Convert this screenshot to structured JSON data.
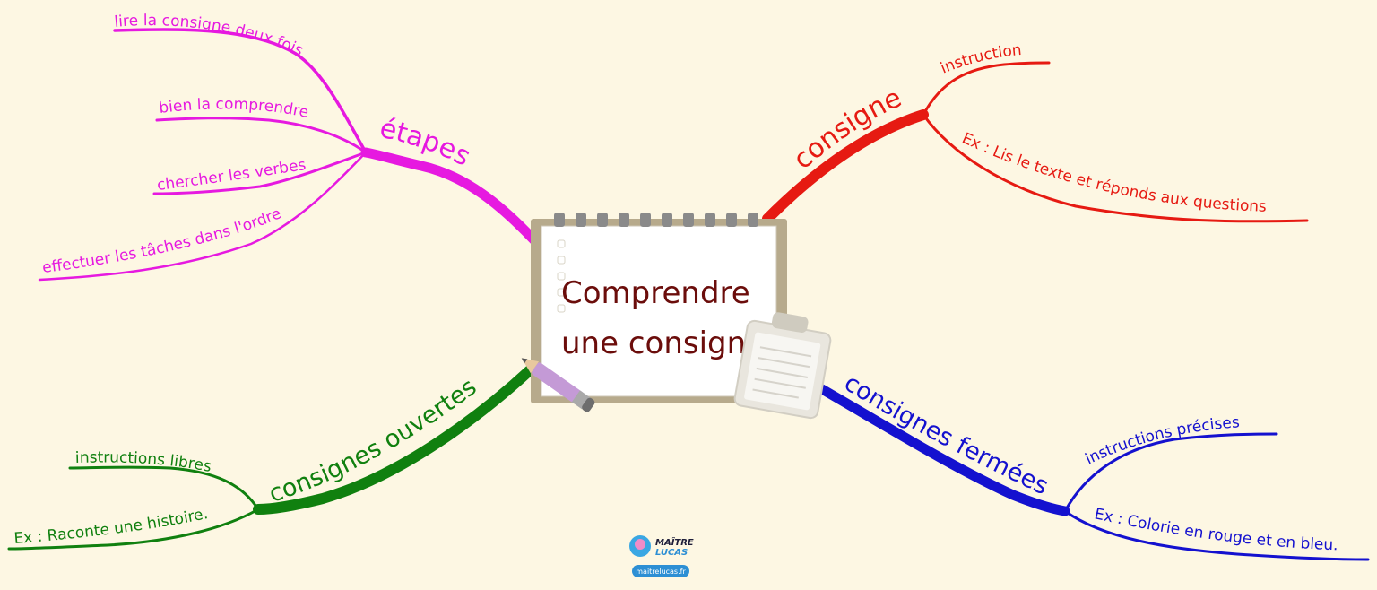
{
  "colors": {
    "background": "#fdf7e3",
    "etapes": "#e619e0",
    "consigne": "#e61a12",
    "fermees": "#1411cf",
    "ouvertes": "#10800f",
    "title": "#6b0d0b"
  },
  "center": {
    "title_line1": "Comprendre",
    "title_line2": "une consigne",
    "pencil_icon": "pencil-icon",
    "clipboard_icon": "clipboard-icon"
  },
  "branches": {
    "etapes": {
      "label": "étapes",
      "items": [
        "lire la consigne deux fois",
        "bien la comprendre",
        "chercher les verbes",
        "effectuer les tâches dans l'ordre"
      ]
    },
    "consigne": {
      "label": "consigne",
      "items": [
        "instruction",
        "Ex : Lis le texte et réponds aux questions"
      ]
    },
    "fermees": {
      "label": "consignes fermées",
      "items": [
        "instructions précises",
        "Ex : Colorie en rouge et en bleu."
      ]
    },
    "ouvertes": {
      "label": "consignes ouvertes",
      "items": [
        "instructions libres",
        "Ex : Raconte une histoire."
      ]
    }
  },
  "logo": {
    "line1": "MAÎTRE",
    "line2": "LUCAS",
    "url": "maitrelucas.fr"
  }
}
